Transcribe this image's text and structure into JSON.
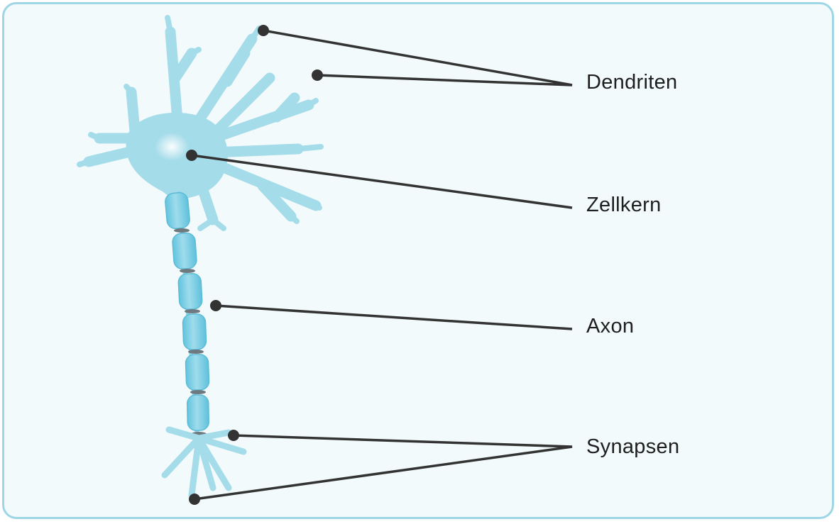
{
  "labels": {
    "dendriten": "Dendriten",
    "zellkern": "Zellkern",
    "axon": "Axon",
    "synapsen": "Synapsen"
  },
  "colors": {
    "frame_border": "#9fd6e6",
    "frame_background": "#f3fafc",
    "neuron_fill": "#a5dcea",
    "myelin_fill": "#7ccfe4",
    "myelin_stroke": "#5cbcd6",
    "node_of_ranvier": "#6e7a80",
    "leader_line": "#333333",
    "text": "#1e1e1e"
  }
}
